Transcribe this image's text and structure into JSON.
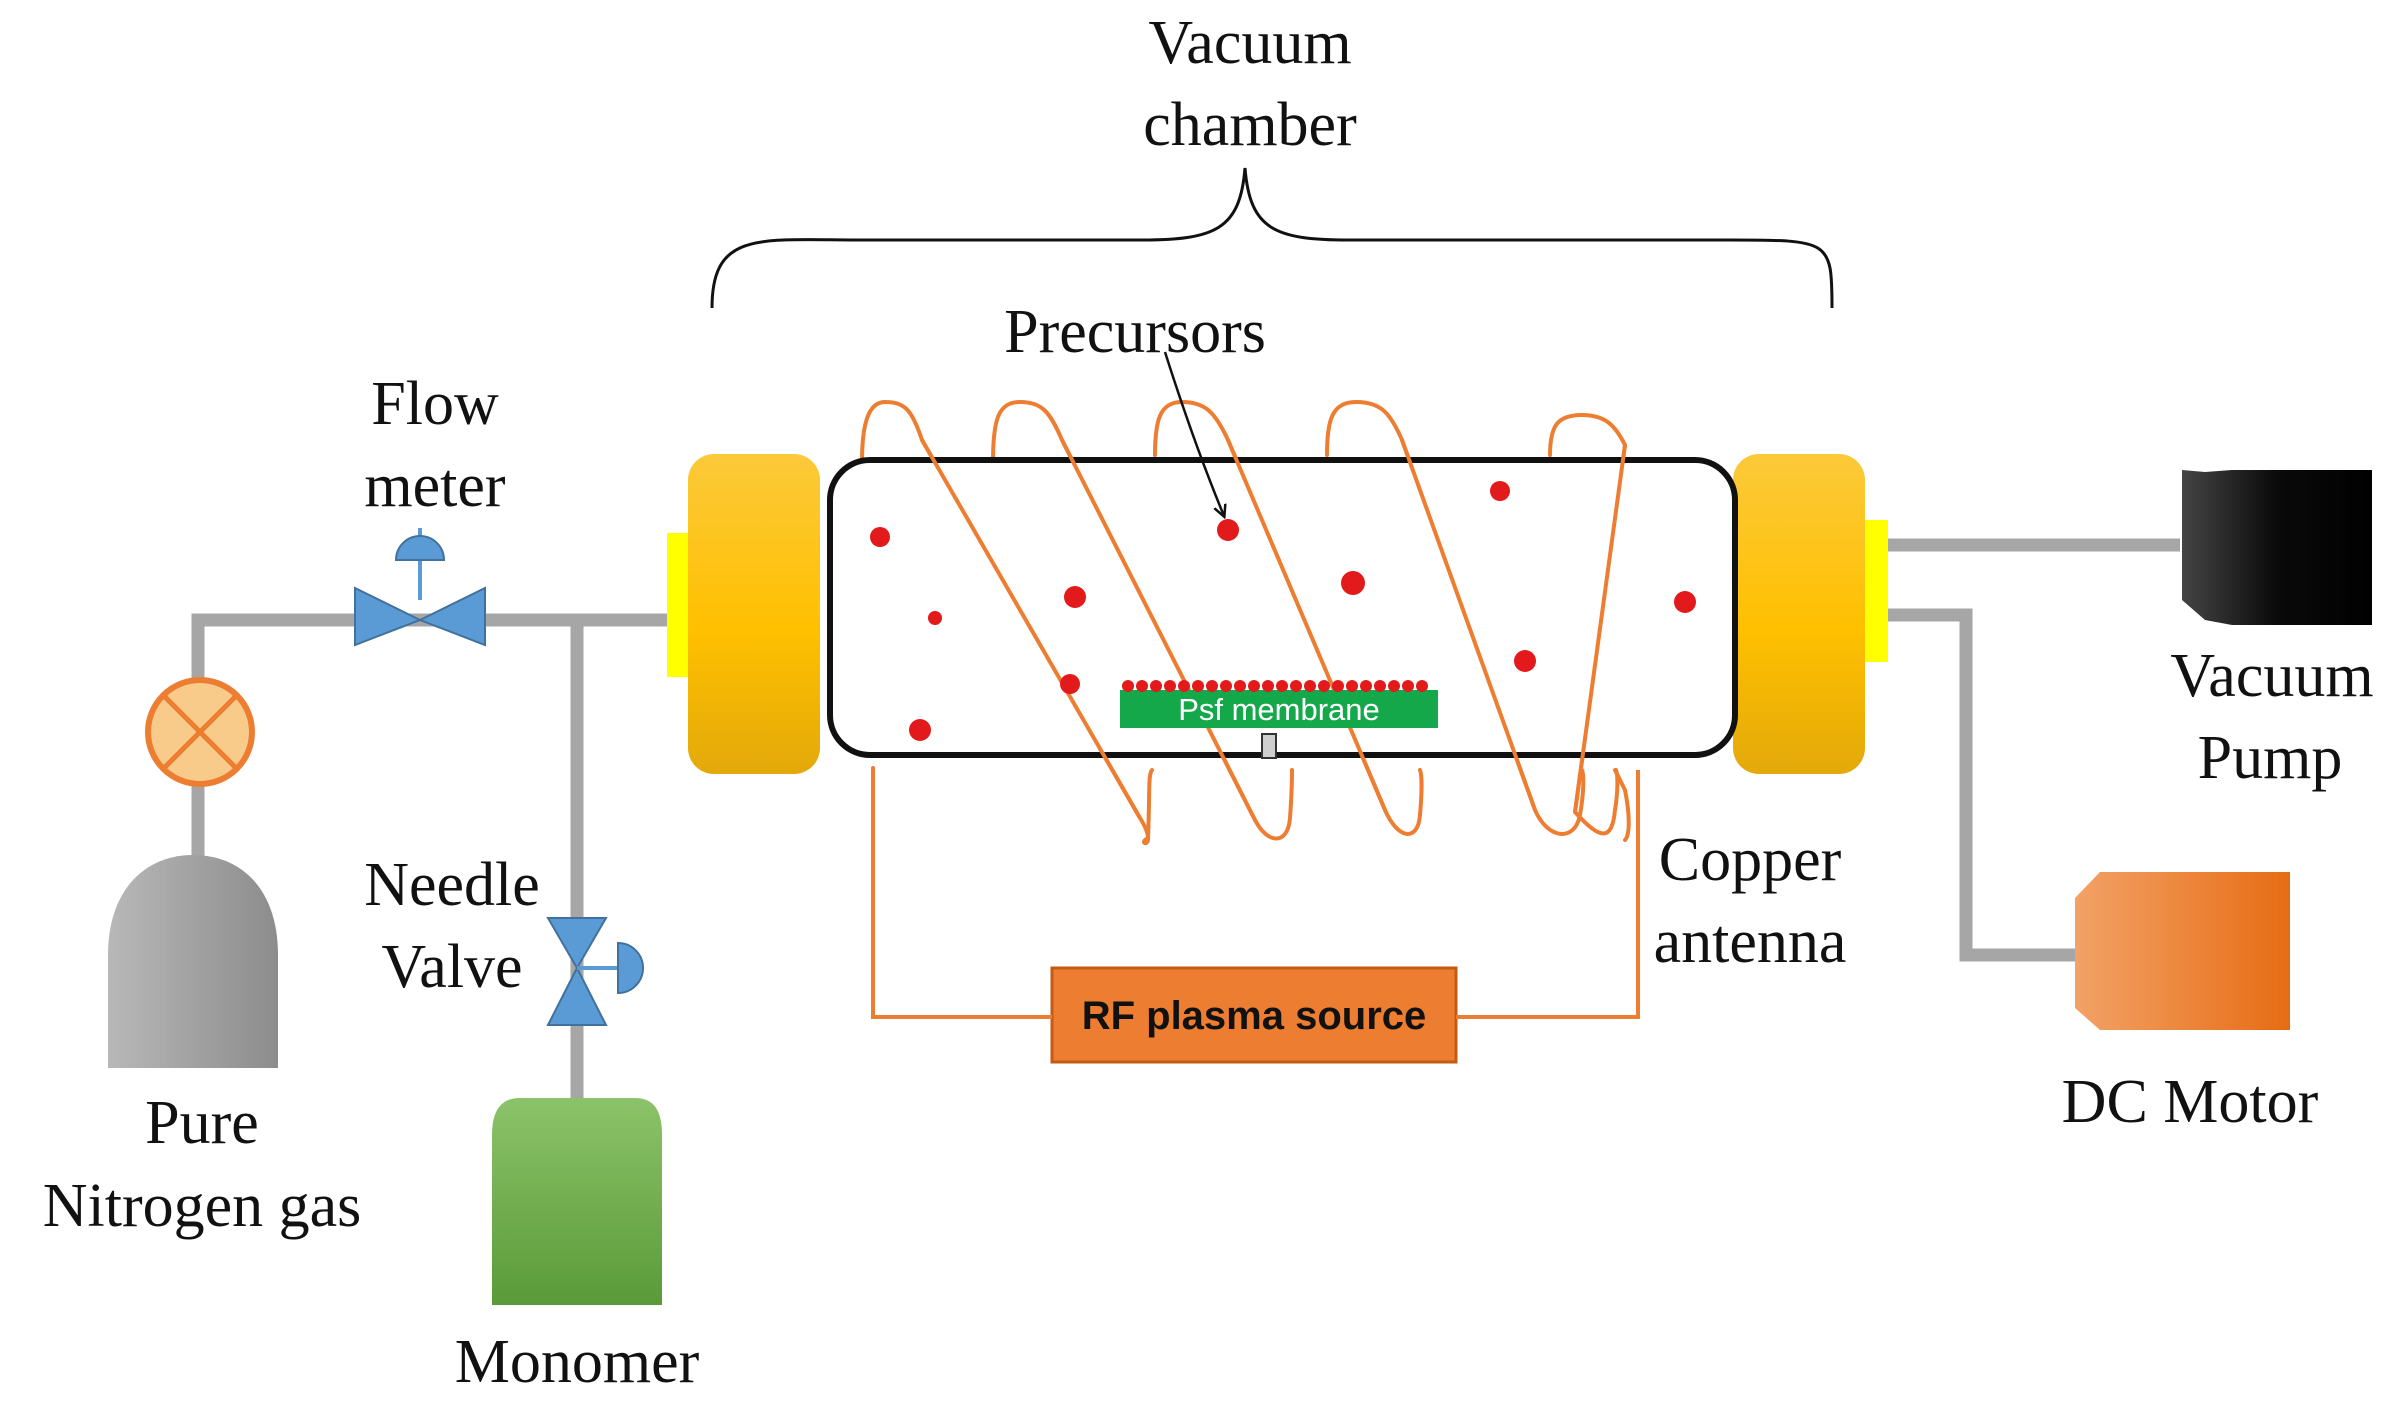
{
  "labels": {
    "vacuum_chamber_line1": "Vacuum",
    "vacuum_chamber_line2": "chamber",
    "precursors": "Precursors",
    "flow_meter_line1": "Flow",
    "flow_meter_line2": "meter",
    "needle_valve_line1": "Needle",
    "needle_valve_line2": "Valve",
    "nitrogen_line1": "Pure",
    "nitrogen_line2": "Nitrogen gas",
    "monomer": "Monomer",
    "copper_antenna_line1": "Copper",
    "copper_antenna_line2": "antenna",
    "rf_source": "RF plasma source",
    "membrane": "Psf membrane",
    "vacuum_pump_line1": "Vacuum",
    "vacuum_pump_line2": "Pump",
    "dc_motor": "DC Motor"
  },
  "colors": {
    "pipe": "#a6a6a6",
    "flange": "#f5bc1a",
    "flange_connector": "#ffff00",
    "coil": "#ed7d31",
    "precursor_dot": "#e31a1c",
    "membrane": "#14a84b",
    "valve": "#5b9bd5",
    "rf_box": "#ed7d31",
    "nitrogen_cylinder": "#a6a6a6",
    "monomer_cylinder": "#6aac46",
    "vacuum_pump": "#111111",
    "dc_motor": "#ed7d31",
    "flow_meter_gauge": "#f8cb8a"
  }
}
